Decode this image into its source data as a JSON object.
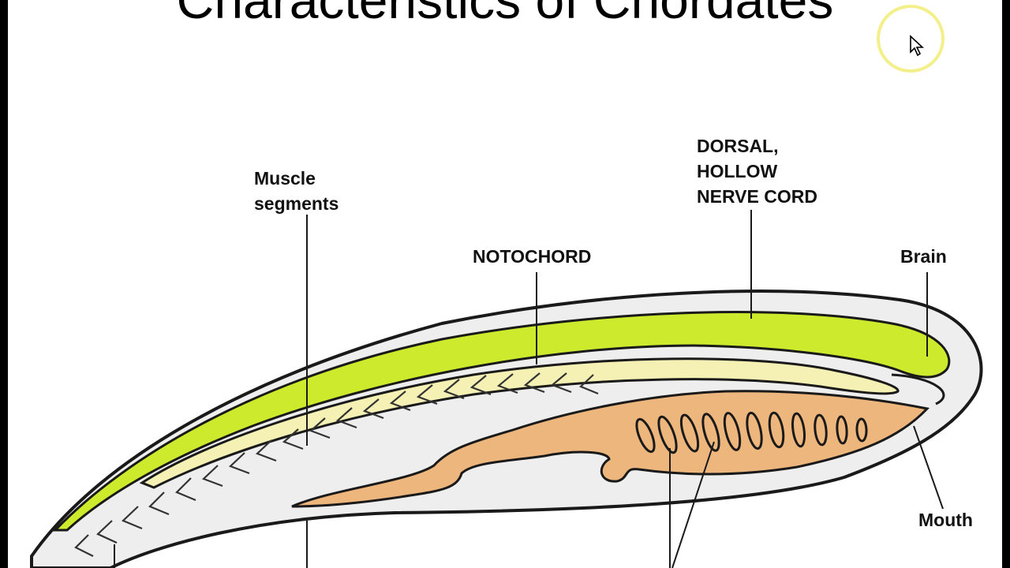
{
  "slide": {
    "title": "Characteristics of Chordates"
  },
  "labels": {
    "muscle_segments": [
      "Muscle",
      "segments"
    ],
    "notochord": "NOTOCHORD",
    "dorsal_nerve_cord": [
      "DORSAL,",
      "HOLLOW",
      "NERVE CORD"
    ],
    "brain": "Brain",
    "mouth": "Mouth"
  },
  "colors": {
    "nerve_cord": "#cdea2c",
    "notochord": "#f5f0b4",
    "gut": "#ecb67d",
    "body": "#eeeeee",
    "outline": "#1a1a1a",
    "cursor_ring": "#f3ef8a"
  },
  "icons": {
    "cursor": "mouse-pointer-icon"
  }
}
